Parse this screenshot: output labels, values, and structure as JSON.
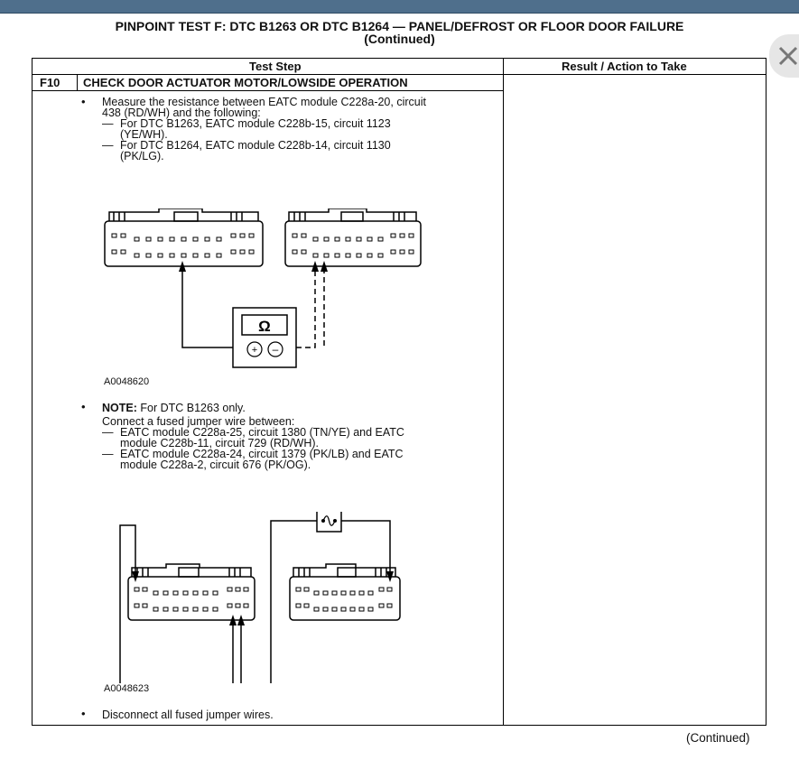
{
  "header": {
    "title_line1": "PINPOINT TEST  F: DTC B1263 OR DTC B1264 — PANEL/DEFROST OR FLOOR DOOR FAILURE",
    "title_line2": "(Continued)"
  },
  "table": {
    "col_test_step": "Test Step",
    "col_result": "Result / Action to Take",
    "step_id": "F10",
    "step_title": "CHECK DOOR ACTUATOR MOTOR/LOWSIDE OPERATION"
  },
  "instructions": {
    "measure": {
      "line1": "Measure the resistance between EATC module C228a-20, circuit",
      "line2": "438 (RD/WH) and the following:",
      "dash1_line1": "For DTC B1263, EATC module C228b-15, circuit 1123",
      "dash1_line2": "(YE/WH).",
      "dash2_line1": "For DTC B1264, EATC module C228b-14, circuit 1130",
      "dash2_line2": "(PK/LG)."
    },
    "diagram1_id": "A0048620",
    "meter_symbol": "Ω",
    "note": {
      "label": "NOTE:",
      "text": "For DTC B1263 only.",
      "connect": "Connect a fused jumper wire between:",
      "dash1_line1": "EATC module C228a-25, circuit 1380 (TN/YE) and EATC",
      "dash1_line2": "module C228b-11, circuit 729 (RD/WH).",
      "dash2_line1": "EATC module C228a-24, circuit 1379 (PK/LB) and EATC",
      "dash2_line2": "module C228a-2, circuit 676 (PK/OG)."
    },
    "diagram2_id": "A0048623",
    "disconnect": "Disconnect all fused jumper wires."
  },
  "footer": {
    "continued": "(Continued)"
  },
  "icons": {
    "close": "close-icon"
  },
  "colors": {
    "topbar": "#4f6f8c",
    "close_bg": "#e6e6e6"
  }
}
